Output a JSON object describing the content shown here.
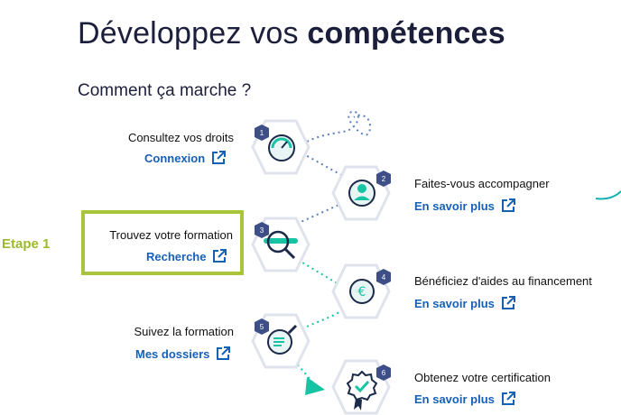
{
  "header": {
    "title_light": "Développez vos ",
    "title_bold": "compétences",
    "subtitle": "Comment ça marche ?"
  },
  "annotation": {
    "step_label": "Etape 1",
    "highlight_color": "#a8c43a"
  },
  "steps": [
    {
      "number": "1",
      "label": "Consultez vos droits",
      "link": "Connexion",
      "icon": "gauge-icon"
    },
    {
      "number": "2",
      "label": "Faites-vous accompagner",
      "link": "En savoir plus",
      "icon": "advisor-person-icon"
    },
    {
      "number": "3",
      "label": "Trouvez votre formation",
      "link": "Recherche",
      "icon": "magnifier-icon"
    },
    {
      "number": "4",
      "label": "Bénéficiez d'aides au financement",
      "link": "En savoir plus",
      "icon": "euro-coin-icon"
    },
    {
      "number": "5",
      "label": "Suivez la formation",
      "link": "Mes dossiers",
      "icon": "document-pen-icon"
    },
    {
      "number": "6",
      "label": "Obtenez votre certification",
      "link": "En savoir plus",
      "icon": "certificate-badge-icon"
    }
  ],
  "colors": {
    "link": "#1660b8",
    "badge": "#3d4f86",
    "teal": "#16c4a4",
    "dots_blue": "#5b7ec2"
  }
}
